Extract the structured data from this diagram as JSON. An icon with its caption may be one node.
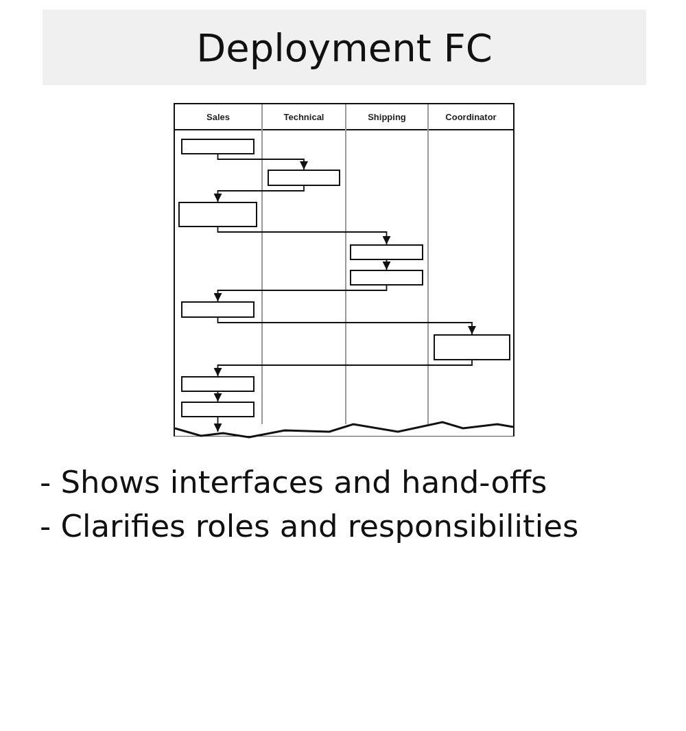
{
  "diagram": {
    "title": "Deployment FC",
    "nodes": [
      {
        "text": [
          "Sales"
        ]
      },
      {
        "text": [
          "Technical"
        ]
      },
      {
        "text": [
          "Shipping"
        ]
      },
      {
        "text": [
          "Coordinator"
        ]
      },
      {
        "text": [],
        "shape": "box",
        "in": 0
      },
      {
        "text": [],
        "shape": "box",
        "in": 1
      },
      {
        "text": [],
        "shape": "box",
        "in": 0
      },
      {
        "text": [],
        "shape": "box",
        "in": 2
      },
      {
        "text": [],
        "shape": "box",
        "in": 2
      },
      {
        "text": [],
        "shape": "box",
        "in": 0
      },
      {
        "text": [],
        "shape": "box",
        "in": 3
      },
      {
        "text": [],
        "shape": "box",
        "in": 0
      },
      {
        "text": [],
        "shape": "box",
        "in": 0
      }
    ],
    "edges": [
      {
        "from": 4,
        "to": 5,
        "arrow": "to"
      },
      {
        "from": 5,
        "to": 6,
        "arrow": "to"
      },
      {
        "from": 6,
        "to": 7,
        "arrow": "to"
      },
      {
        "from": 7,
        "to": 8,
        "arrow": "to"
      },
      {
        "from": 8,
        "to": 9,
        "arrow": "to"
      },
      {
        "from": 9,
        "to": 10,
        "arrow": "to"
      },
      {
        "from": 10,
        "to": 11,
        "arrow": "to"
      },
      {
        "from": 11,
        "to": 12,
        "arrow": "to"
      },
      {
        "from": 12,
        "to": null,
        "arrow": "to"
      }
    ],
    "labels": [
      "- Shows interfaces and hand-offs",
      "- Clarifies roles and responsibilities"
    ]
  }
}
